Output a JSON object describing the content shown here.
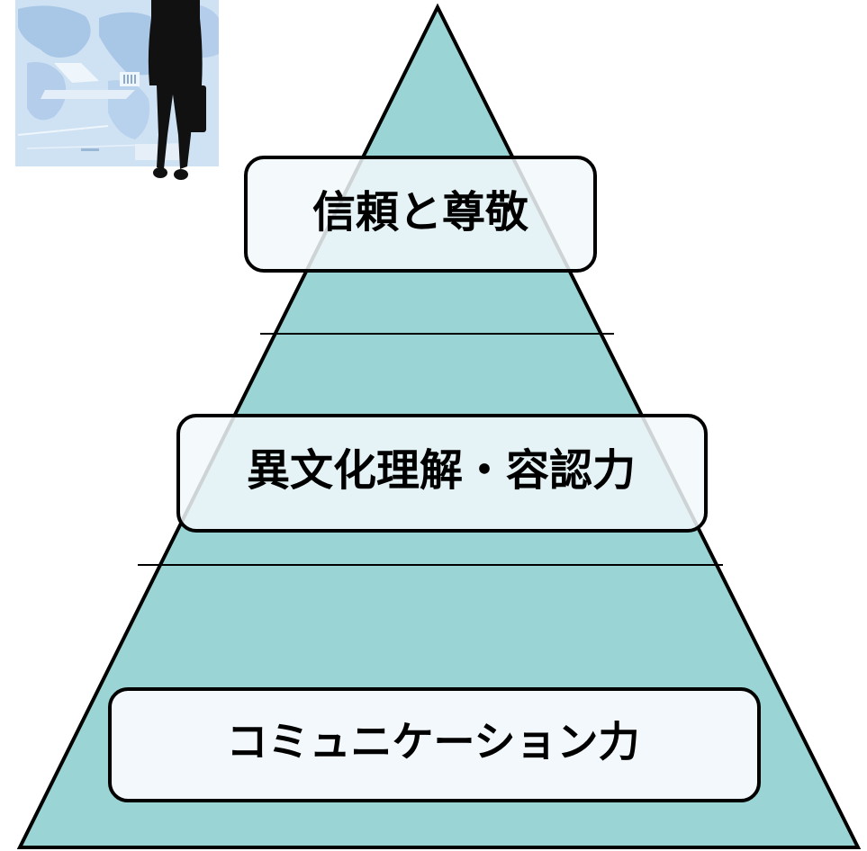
{
  "pyramid": {
    "levels": [
      {
        "label": "信頼と尊敬"
      },
      {
        "label": "異文化理解・容認力"
      },
      {
        "label": "コミュニケーション力"
      }
    ]
  },
  "colors": {
    "pyramid_fill": "#9bd4d4",
    "box_fill": "#f2f8fb",
    "outline": "#000000",
    "photo_sky": "#c9dff2",
    "photo_map": "#a9c7e6",
    "silhouette": "#111111"
  }
}
